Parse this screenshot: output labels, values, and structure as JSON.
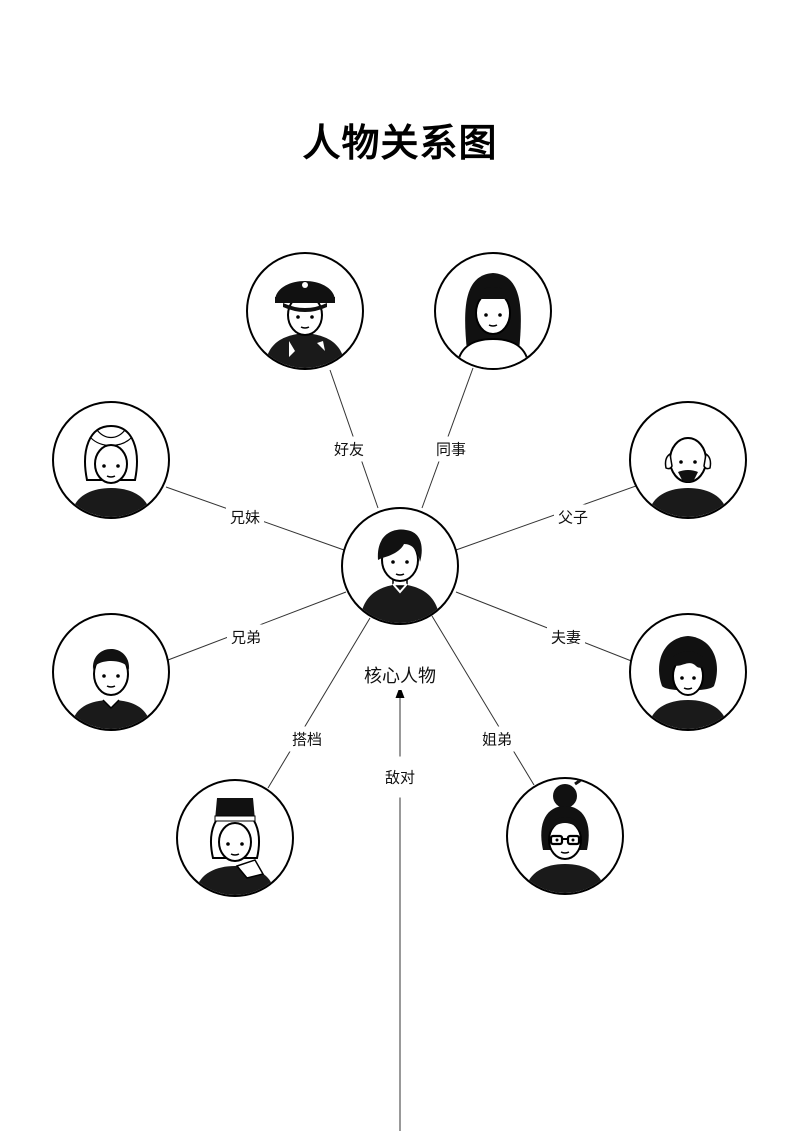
{
  "title": "人物关系图",
  "center": {
    "label": "核心人物"
  },
  "relations": [
    {
      "id": "officer",
      "label": "好友"
    },
    {
      "id": "longhair",
      "label": "同事"
    },
    {
      "id": "bun",
      "label": "兄妹"
    },
    {
      "id": "bald",
      "label": "父子"
    },
    {
      "id": "short",
      "label": "兄弟"
    },
    {
      "id": "curly",
      "label": "夫妻"
    },
    {
      "id": "attendant",
      "label": "搭档"
    },
    {
      "id": "glasses",
      "label": "姐弟"
    }
  ],
  "enemy": {
    "label": "敌对"
  },
  "colors": {
    "line": "#333333",
    "ink": "#000000",
    "face": "#ffffff"
  }
}
